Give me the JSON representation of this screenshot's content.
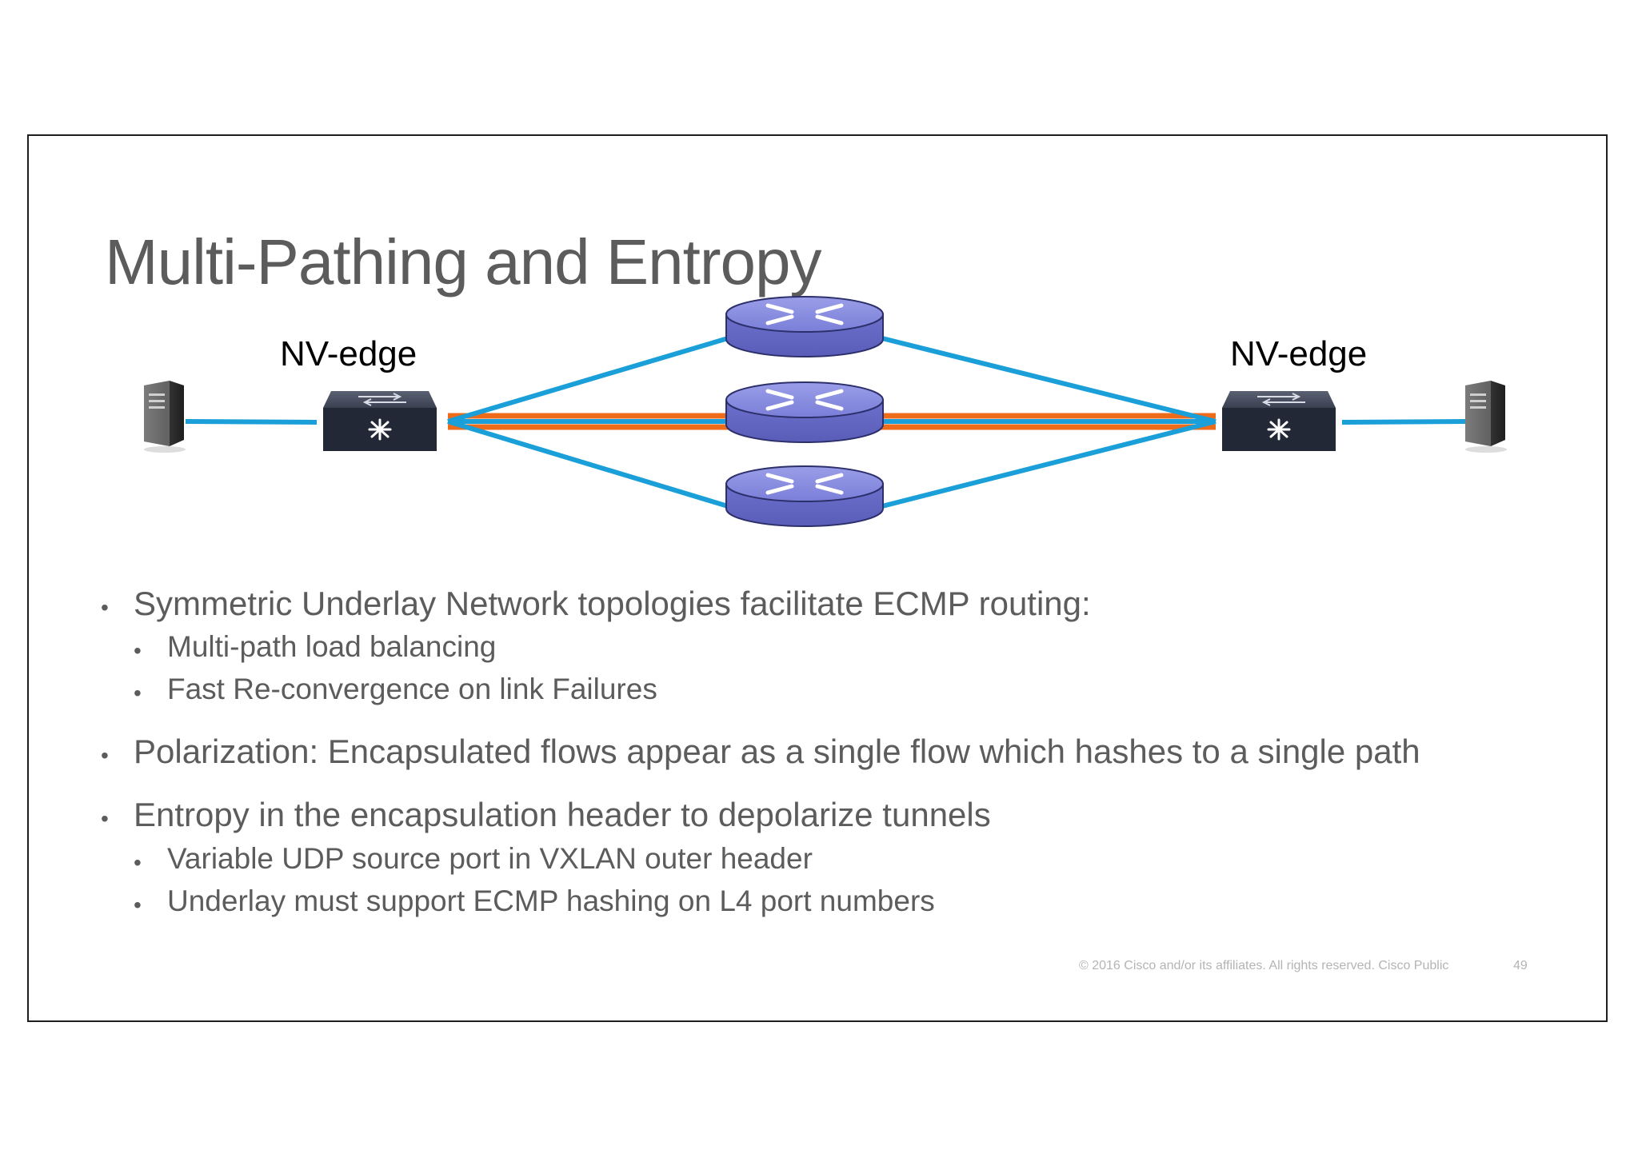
{
  "slide": {
    "title": "Multi-Pathing and Entropy",
    "diagram": {
      "edge_left_label": "NV-edge",
      "edge_right_label": "NV-edge",
      "colors": {
        "link": "#1a9fd8",
        "encapsulated_flow": "#ee6b1a",
        "router": "#7b7fd9",
        "switch": "#2b3140"
      },
      "icons": [
        "server-icon",
        "switch-icon",
        "router-icon"
      ]
    },
    "bullets": [
      {
        "text": "Symmetric Underlay Network topologies facilitate ECMP routing:",
        "sub": [
          "Multi-path load balancing",
          "Fast Re-convergence on link Failures"
        ]
      },
      {
        "text": "Polarization: Encapsulated flows appear as a single flow which hashes to a single path",
        "sub": []
      },
      {
        "text": "Entropy in the encapsulation header to depolarize tunnels",
        "sub": [
          "Variable UDP source port in VXLAN outer header",
          "Underlay must support ECMP hashing on L4 port numbers"
        ]
      }
    ],
    "footer": {
      "copyright": "© 2016  Cisco and/or its affiliates. All rights reserved.   Cisco Public",
      "page_number": "49"
    }
  }
}
